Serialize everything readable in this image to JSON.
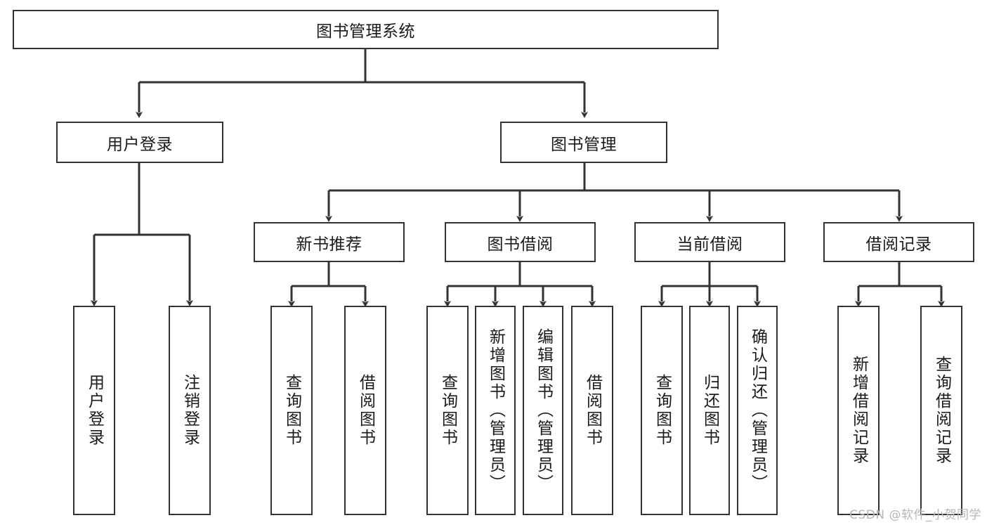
{
  "diagram": {
    "type": "tree-hierarchy",
    "title": "图书管理系统",
    "orientation": "top-down",
    "colors": {
      "node_border": "#333333",
      "node_fill": "#ffffff",
      "connector": "#333333",
      "background": "#ffffff",
      "watermark": "#b6b6b6"
    },
    "nodes": {
      "root": {
        "label": "图书管理系统"
      },
      "level2": [
        {
          "id": "user-login",
          "label": "用户登录"
        },
        {
          "id": "book-management",
          "label": "图书管理"
        }
      ],
      "level3": [
        {
          "id": "new-book-recommend",
          "label": "新书推荐"
        },
        {
          "id": "book-borrow",
          "label": "图书借阅"
        },
        {
          "id": "current-borrow",
          "label": "当前借阅"
        },
        {
          "id": "borrow-record",
          "label": "借阅记录"
        }
      ],
      "leaves": {
        "user_login": [
          {
            "id": "leaf-user-login",
            "label": "用户登录"
          },
          {
            "id": "leaf-logout-login",
            "label": "注销登录"
          }
        ],
        "new_book_recommend": [
          {
            "id": "leaf-query-book-1",
            "label": "查询图书"
          },
          {
            "id": "leaf-borrow-book-1",
            "label": "借阅图书"
          }
        ],
        "book_borrow": [
          {
            "id": "leaf-query-book-2",
            "label": "查询图书"
          },
          {
            "id": "leaf-add-book",
            "label": "新增图书（管理员）"
          },
          {
            "id": "leaf-edit-book",
            "label": "编辑图书（管理员）"
          },
          {
            "id": "leaf-borrow-book-2",
            "label": "借阅图书"
          }
        ],
        "current_borrow": [
          {
            "id": "leaf-query-book-3",
            "label": "查询图书"
          },
          {
            "id": "leaf-return-book",
            "label": "归还图书"
          },
          {
            "id": "leaf-confirm-return",
            "label": "确认归还（管理员）"
          }
        ],
        "borrow_record": [
          {
            "id": "leaf-add-record",
            "label": "新增借阅记录"
          },
          {
            "id": "leaf-query-record",
            "label": "查询借阅记录"
          }
        ]
      }
    },
    "edges": [
      {
        "from": "图书管理系统",
        "to": "用户登录"
      },
      {
        "from": "图书管理系统",
        "to": "图书管理"
      },
      {
        "from": "用户登录",
        "to": "用户登录"
      },
      {
        "from": "用户登录",
        "to": "注销登录"
      },
      {
        "from": "图书管理",
        "to": "新书推荐"
      },
      {
        "from": "图书管理",
        "to": "图书借阅"
      },
      {
        "from": "图书管理",
        "to": "当前借阅"
      },
      {
        "from": "图书管理",
        "to": "借阅记录"
      },
      {
        "from": "新书推荐",
        "to": "查询图书"
      },
      {
        "from": "新书推荐",
        "to": "借阅图书"
      },
      {
        "from": "图书借阅",
        "to": "查询图书"
      },
      {
        "from": "图书借阅",
        "to": "新增图书（管理员）"
      },
      {
        "from": "图书借阅",
        "to": "编辑图书（管理员）"
      },
      {
        "from": "图书借阅",
        "to": "借阅图书"
      },
      {
        "from": "当前借阅",
        "to": "查询图书"
      },
      {
        "from": "当前借阅",
        "to": "归还图书"
      },
      {
        "from": "当前借阅",
        "to": "确认归还（管理员）"
      },
      {
        "from": "借阅记录",
        "to": "新增借阅记录"
      },
      {
        "from": "借阅记录",
        "to": "查询借阅记录"
      }
    ]
  },
  "watermark": {
    "text": "CSDN @软件_小贺同学"
  }
}
